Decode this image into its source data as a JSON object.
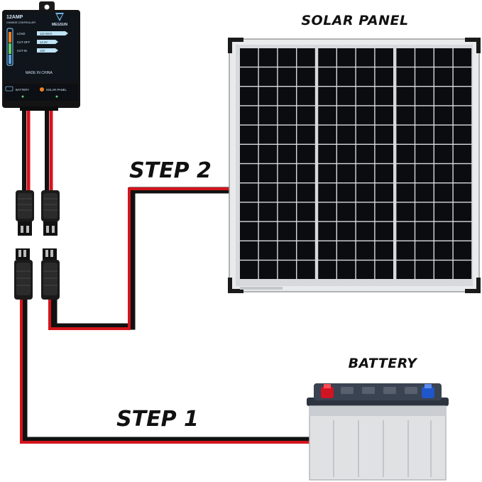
{
  "labels": {
    "solar_panel": "SOLAR PANEL",
    "battery": "BATTERY",
    "step1": "STEP 1",
    "step2": "STEP 2"
  },
  "controller": {
    "amp": "12AMP",
    "subtitle": "CHARGE CONTROLLER",
    "brand": "MEGSUN",
    "rows": [
      {
        "label": "LOAD",
        "value": "12A MAX"
      },
      {
        "label": "CUT-OFF",
        "value": "14.2V"
      },
      {
        "label": "CUT-IN",
        "value": "13V"
      }
    ],
    "made_in": "MADE IN CHINA",
    "battery_button": "BATTERY",
    "solar_button": "SOLAR PANEL"
  },
  "colors": {
    "wire_red": "#d4141c",
    "wire_black": "#111111",
    "panel_cell": "#0b0c10",
    "battery_pos": "#d01424",
    "battery_neg": "#1f56c9"
  }
}
